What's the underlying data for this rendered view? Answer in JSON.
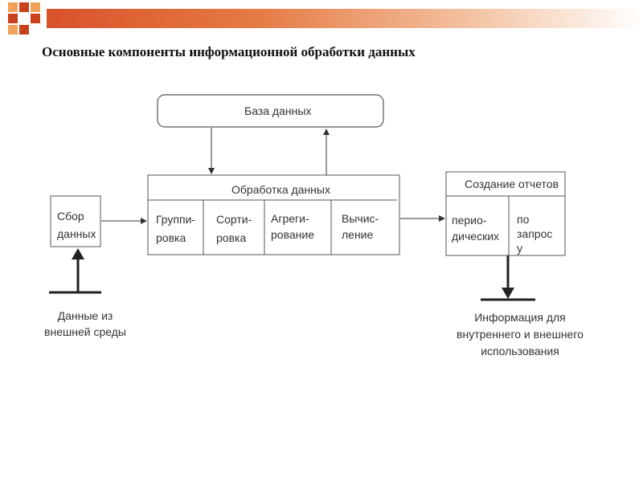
{
  "title": "Основные компоненты информационной обработки данных",
  "colors": {
    "accent": "#d9522a",
    "square_light": "#f0a25c",
    "square_dark": "#c8401c",
    "line": "#333333"
  },
  "database": {
    "label": "База данных"
  },
  "collection": {
    "label": "Сбор\nданных"
  },
  "processing": {
    "label": "Обработка данных",
    "cells": [
      "Группи-\nровка",
      "Сорти-\nровка",
      "Агреги-\nрование",
      "Вычис-\nление"
    ]
  },
  "reports": {
    "label": "Создание отчетов",
    "cells": [
      "перио-\nдических",
      "по\nзапрос\nу"
    ]
  },
  "input_caption": "Данные из\nвнешней среды",
  "output_caption": "Информация для\nвнутреннего и внешнего\nиспользования"
}
